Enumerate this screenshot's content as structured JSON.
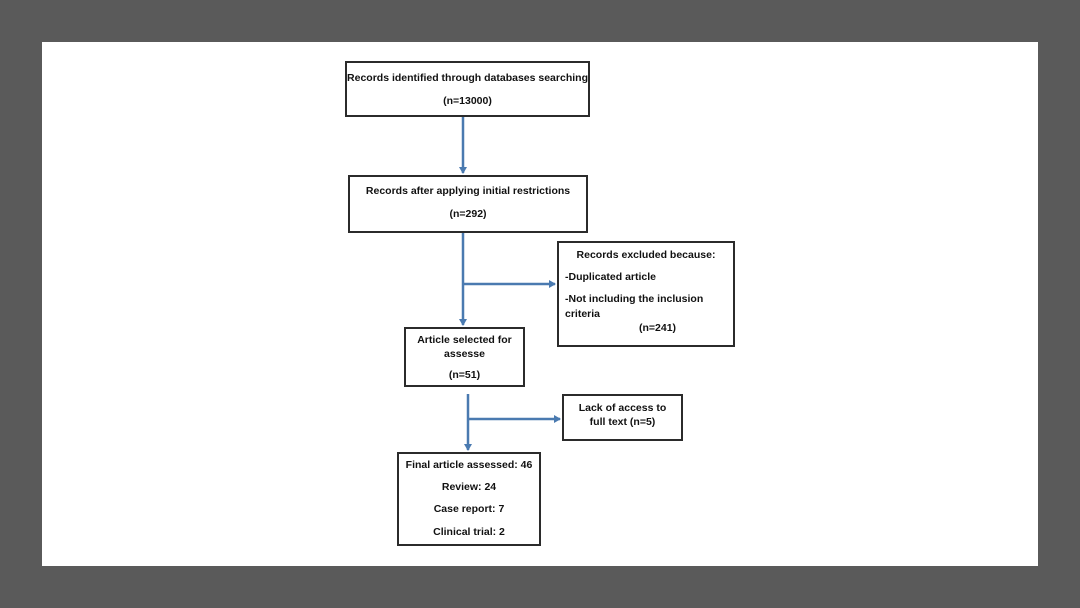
{
  "flowchart": {
    "identified": {
      "line1": "Records identified through databases searching",
      "line2": "(n=13000)"
    },
    "after_restrictions": {
      "line1": "Records after applying initial restrictions",
      "line2": "(n=292)"
    },
    "excluded": {
      "heading": "Records excluded because:",
      "item1": "-Duplicated article",
      "item2": "-Not including the inclusion criteria",
      "count": "(n=241)"
    },
    "selected": {
      "line1": "Article selected for assesse",
      "line2": "(n=51)"
    },
    "lack_access": {
      "line1": "Lack of access to full text (n=5)"
    },
    "final": {
      "line1": "Final article assessed: 46",
      "line2": "Review: 24",
      "line3": "Case report: 7",
      "line4": "Clinical trial: 2"
    }
  },
  "colors": {
    "connector": "#4a7ab0",
    "border": "#2b2b2b",
    "frame": "#5a5a5a"
  }
}
